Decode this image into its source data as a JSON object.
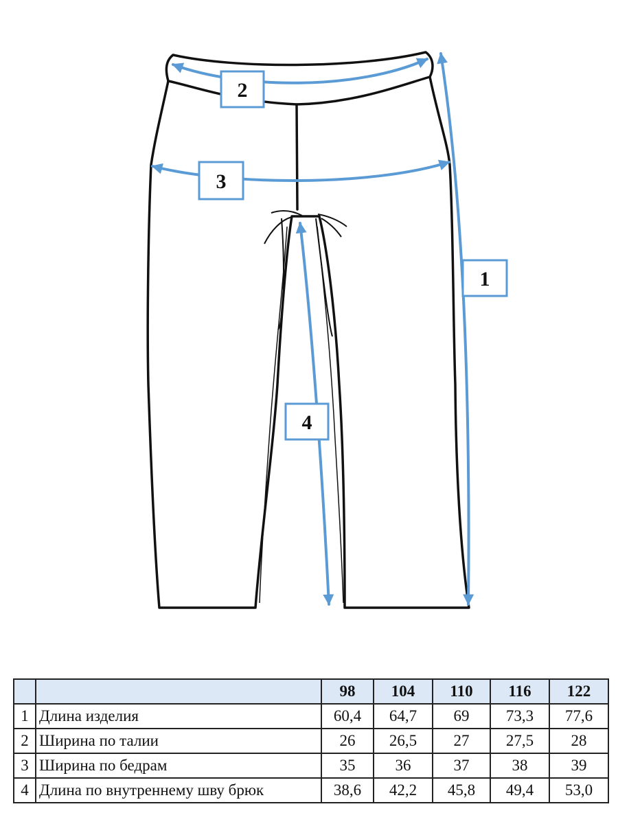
{
  "diagram": {
    "callouts": [
      {
        "id": "1",
        "label": "1",
        "meaning": "Длина изделия"
      },
      {
        "id": "2",
        "label": "2",
        "meaning": "Ширина по талии"
      },
      {
        "id": "3",
        "label": "3",
        "meaning": "Ширина по бедрам"
      },
      {
        "id": "4",
        "label": "4",
        "meaning": "Длина по внутреннему шву брюк"
      }
    ],
    "colors": {
      "arrow": "#5b9bd5",
      "outline": "#111111",
      "header_fill": "#dce8f5"
    }
  },
  "table": {
    "sizes": [
      "98",
      "104",
      "110",
      "116",
      "122"
    ],
    "rows": [
      {
        "index": "1",
        "label": "Длина изделия",
        "values": [
          "60,4",
          "64,7",
          "69",
          "73,3",
          "77,6"
        ]
      },
      {
        "index": "2",
        "label": "Ширина по талии",
        "values": [
          "26",
          "26,5",
          "27",
          "27,5",
          "28"
        ]
      },
      {
        "index": "3",
        "label": "Ширина по бедрам",
        "values": [
          "35",
          "36",
          "37",
          "38",
          "39"
        ]
      },
      {
        "index": "4",
        "label": "Длина по внутреннему шву брюк",
        "values": [
          "38,6",
          "42,2",
          "45,8",
          "49,4",
          "53,0"
        ]
      }
    ]
  }
}
